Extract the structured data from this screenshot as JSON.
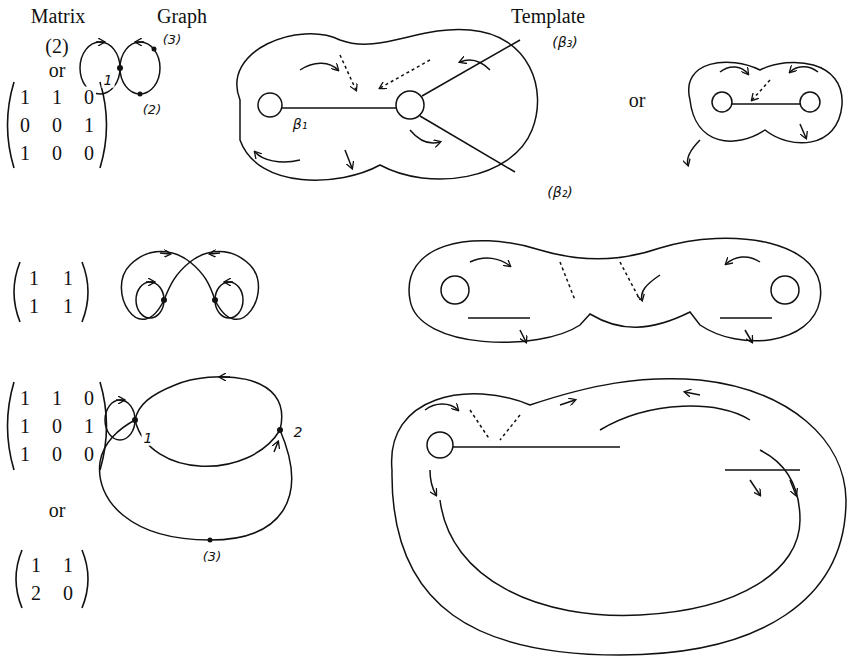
{
  "diagram": {
    "labels": [
      "Matrix",
      "Graph",
      "Template",
      "(2)",
      "or",
      "1",
      "1",
      "0",
      "0",
      "0",
      "1",
      "1",
      "0",
      "0",
      "1",
      "(3)",
      "(2)",
      "(β₃)",
      "β₁",
      "(β₂)",
      "or",
      "1",
      "1",
      "1",
      "1",
      "1",
      "1",
      "0",
      "1",
      "0",
      "1",
      "1",
      "0",
      "0",
      "or",
      "1",
      "1",
      "2",
      "0",
      "1",
      "2",
      "(3)"
    ]
  }
}
